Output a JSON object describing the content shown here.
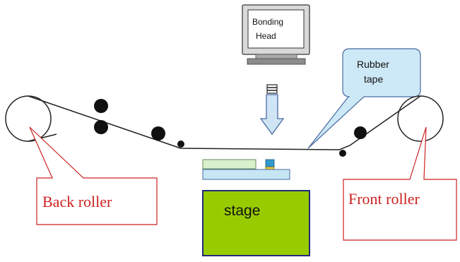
{
  "labels": {
    "bonding_head": [
      "Bonding",
      "Head"
    ],
    "rubber_tape": [
      "Rubber",
      "tape"
    ],
    "stage": "stage",
    "back_roller": "Back roller",
    "front_roller": "Front roller"
  },
  "colors": {
    "callout_red": "#cc2222",
    "stage_fill": "#99cc00",
    "stage_border": "#1f2a7a",
    "tape_bubble_fill": "#cde9f7",
    "tape_bubble_border": "#4a6aa0",
    "arrow_fill": "#cfe4f5",
    "arrow_border": "#4a6aa0",
    "chip_green": "#d8f0cc",
    "chip_blue": "#c7e6f4",
    "die_fill": "#3399cc",
    "die_pad": "#e8c53a"
  }
}
